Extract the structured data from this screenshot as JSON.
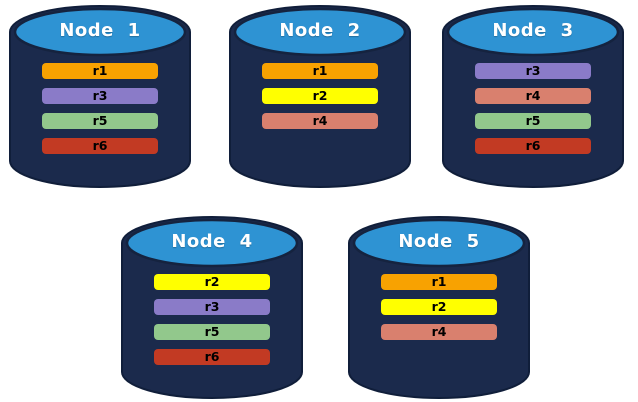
{
  "colors": {
    "cylinder_body": "#1B2A4C",
    "cylinder_top": "#2E93D3",
    "replicas": {
      "r1": "#F8A201",
      "r2": "#FFFF00",
      "r3": "#8A7BC8",
      "r4": "#D9806E",
      "r5": "#92C88C",
      "r6": "#C23A23"
    }
  },
  "nodes": [
    {
      "label": "Node 1",
      "replicas": [
        "r1",
        "r3",
        "r5",
        "r6"
      ]
    },
    {
      "label": "Node 2",
      "replicas": [
        "r1",
        "r2",
        "r4"
      ]
    },
    {
      "label": "Node 3",
      "replicas": [
        "r3",
        "r4",
        "r5",
        "r6"
      ]
    },
    {
      "label": "Node 4",
      "replicas": [
        "r2",
        "r3",
        "r5",
        "r6"
      ]
    },
    {
      "label": "Node 5",
      "replicas": [
        "r1",
        "r2",
        "r4"
      ]
    }
  ]
}
